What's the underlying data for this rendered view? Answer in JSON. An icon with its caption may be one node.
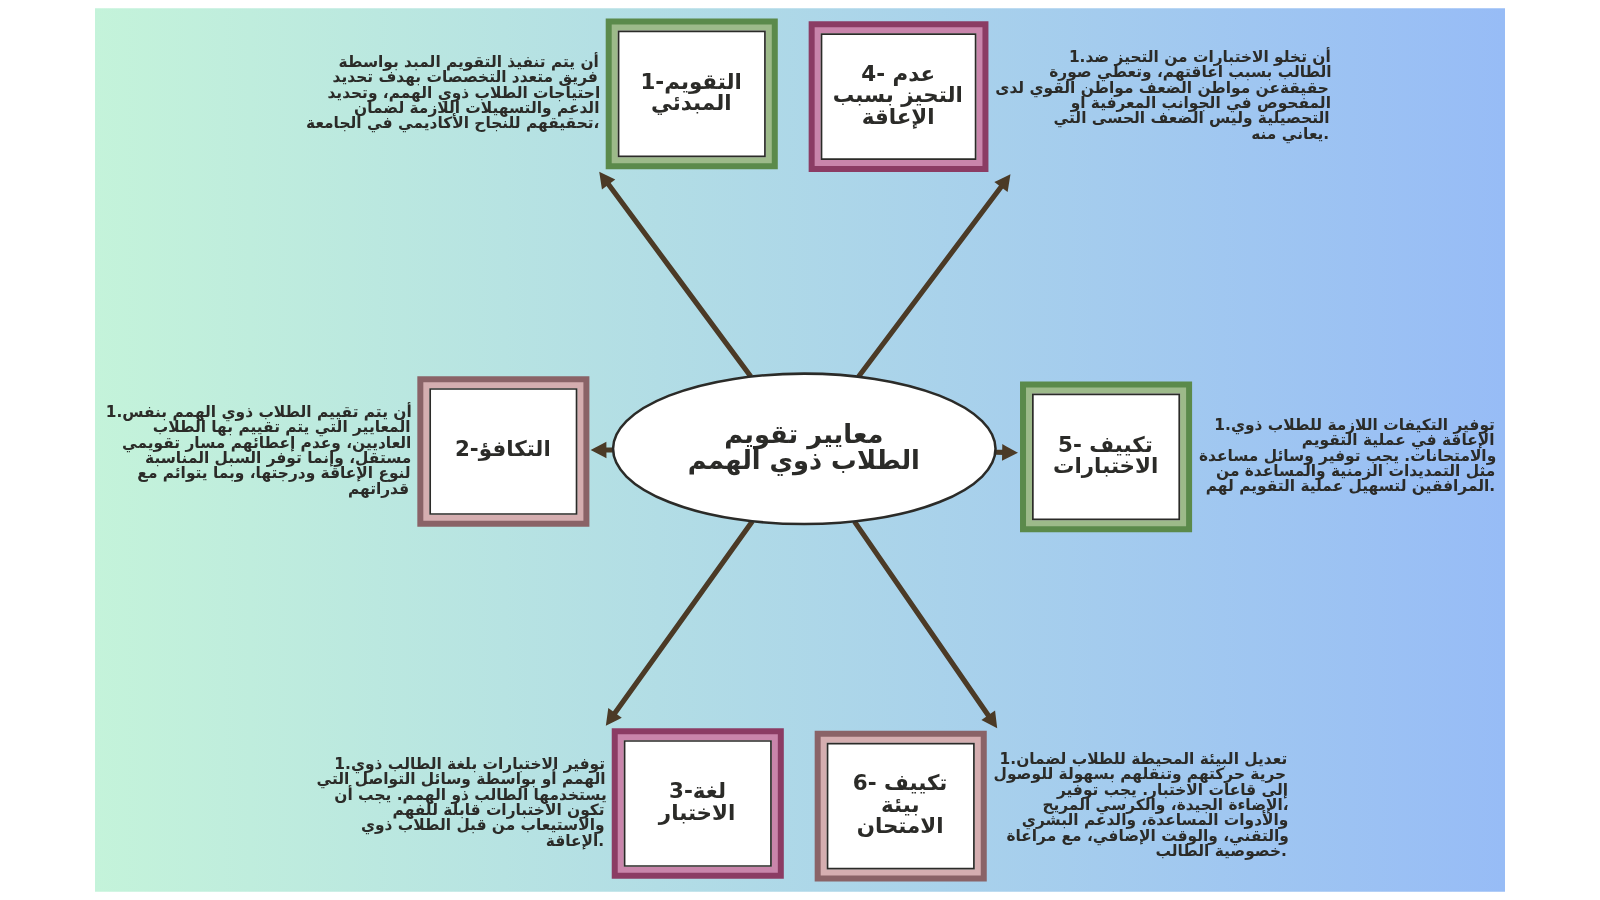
{
  "diagram": {
    "nodes": [
      {
        "text": [
          "معايير تقويم الطلاب ذوي الهمم"
        ]
      },
      {
        "text": [
          "1-التقويم المبدئي"
        ],
        "beside": [
          "أن يتم تنفيذ التقويم المبد بواسطة فريق متعدد التخصصات بهدف تحديد احتياجات الطلاب ذوي الهمم، وتحديد الدعم والتسهيلات اللازمة لضمان تحقيقهم للنجاح الأكاديمي في الجامعة،"
        ]
      },
      {
        "text": [
          "2-التكافؤ"
        ],
        "beside": [
          "1.أن يتم تقييم الطلاب ذوي الهمم بنفس المعايير التي يتم تقييم بها الطلاب العاديين، وعدم إعطائهم مسار تقويمي مستقل، وإنما توفر السبل المناسبة لنوع الإعاقة ودرجتها، وبما يتوائم مع قدراتهم"
        ]
      },
      {
        "text": [
          "3-لغة الاختبار"
        ],
        "beside": [
          "1.توفير الاختبارات بلغة الطالب ذوي الهمم أو بواسطة وسائل التواصل التي يستخدمها الطالب ذو الهمم. يجب أن تكون الاختبارات قابلة للفهم والاستيعاب من قبل الطلاب ذوي الإعاقة."
        ]
      },
      {
        "text": [
          "4- عدم التحيز بسبب الإعاقة"
        ],
        "beside": [
          "1.أن تخلو الاختبارات من التحيز ضد الطالب بسبب اعاقتهم، وتعطي صورة حقيقةعن مواطن الضعف مواطن القوي لدى المفحوص في الجوانب المعرفية او التحصيلية وليس الضعف الحسى التي يعاني منه."
        ]
      },
      {
        "text": [
          "5- تكييف الاختبارات"
        ],
        "beside": [
          "1.توفير التكيفات اللازمة للطلاب ذوي الإعاقة في عملية التقويم والامتحانات. يجب توفير وسائل مساعدة مثل التمديدات الزمنية والمساعدة من المرافقين لتسهيل عملية التقويم لهم."
        ]
      },
      {
        "text": [
          "6- تكييف بيئة الامتحان"
        ],
        "beside": [
          "1.تعديل البيئة المحيطة للطلاب لضمان حرية حركتهم وتنقلهم بسهولة للوصول إلى قاعات الاختبار. يجب توفير الإضاءة الجيدة، والكرسي المريح، والأدوات المساعدة، والدعم البشري والتقني، والوقت الإضافي، مع مراعاة خصوصية الطالب."
        ]
      }
    ],
    "edges": [
      {
        "from": 0,
        "to": 1,
        "arrow": "to"
      },
      {
        "from": 0,
        "to": 2,
        "arrow": "to"
      },
      {
        "from": 0,
        "to": 3,
        "arrow": "to"
      },
      {
        "from": 0,
        "to": 4,
        "arrow": "to"
      },
      {
        "from": 0,
        "to": 5,
        "arrow": "to"
      },
      {
        "from": 0,
        "to": 6,
        "arrow": "to"
      }
    ]
  }
}
